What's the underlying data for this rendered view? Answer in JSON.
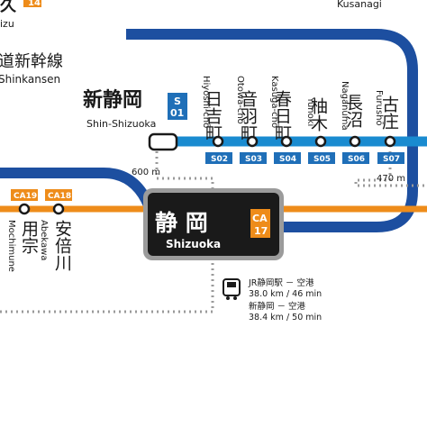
{
  "colors": {
    "tokaido_line": "#1d4fa0",
    "shizutetsu_line": "#1a8bd0",
    "station_code_box": "#1f6fb8",
    "tokaido_main_line": "#ee8c1a",
    "walk_path": "#9a9a9a",
    "central_station_box": "#1a1a1a"
  },
  "top_left": {
    "code": "14",
    "kana_fragment": "izu"
  },
  "top_right": {
    "name_fragment": "Kusanagi"
  },
  "shinkansen_label": {
    "jp": "道新幹線",
    "en": "Shinkansen"
  },
  "shin_shizuoka": {
    "name_jp": "新静岡",
    "name_en": "Shin-Shizuoka",
    "code_line": "S",
    "code_num": "01",
    "walk": "600 m"
  },
  "shizutetsu_stations": [
    {
      "jp": "日吉町",
      "romaji": "Hiyoshi-chō",
      "code": "S02"
    },
    {
      "jp": "音羽町",
      "romaji": "Otowa-chō",
      "code": "S03"
    },
    {
      "jp": "春日町",
      "romaji": "Kasuga-chō",
      "code": "S04"
    },
    {
      "jp": "柚木",
      "romaji": "Yunoki",
      "code": "S05"
    },
    {
      "jp": "長沼",
      "romaji": "Naganuma",
      "code": "S06"
    },
    {
      "jp": "古庄",
      "romaji": "Furushō",
      "code": "S07"
    }
  ],
  "furusho_walk": "470 m",
  "shizuoka": {
    "name_jp": "静 岡",
    "name_en": "Shizuoka",
    "code_line": "CA",
    "code_num": "17"
  },
  "tokaido_stations": [
    {
      "jp": "用宗",
      "romaji": "Mochimune",
      "code": "CA19"
    },
    {
      "jp": "安倍川",
      "romaji": "Abekawa",
      "code": "CA18"
    }
  ],
  "bus_info": {
    "route1": "JR静岡駅 － 空港",
    "route1_dist": "38.0 km / 46 min",
    "route2": "新静岡 － 空港",
    "route2_dist": "38.4 km / 50 min"
  }
}
